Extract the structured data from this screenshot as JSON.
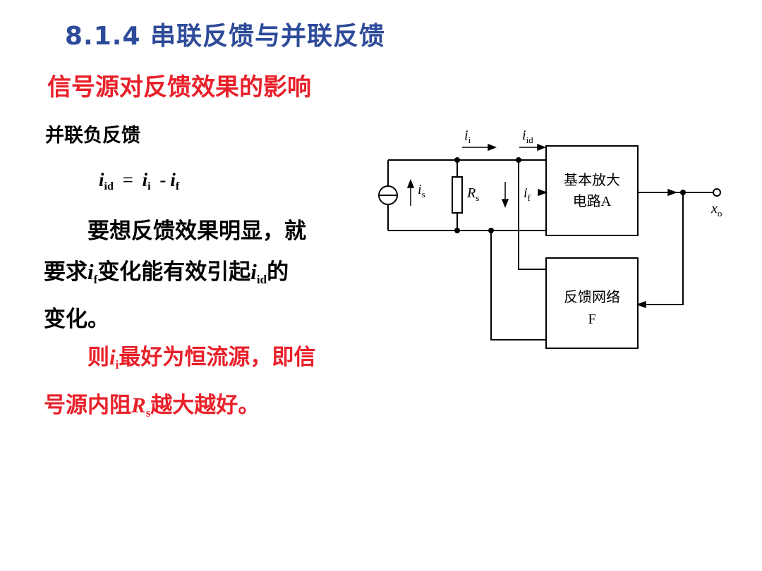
{
  "title": "8.1.4  串联反馈与并联反馈",
  "subtitle": "信号源对反馈效果的影响",
  "section_label": "并联负反馈",
  "equation": {
    "lhs_var": "i",
    "lhs_sub": "id",
    "equals": "=",
    "t1_var": "i",
    "t1_sub": "i",
    "minus": "-",
    "t2_var": "i",
    "t2_sub": "f"
  },
  "para1": {
    "line1": "要想反馈效果明显，就",
    "part2": "要求",
    "var1": "i",
    "var1_sub": "f",
    "part3": "变化能有效引起",
    "var2": "i",
    "var2_sub": "id",
    "part4": "的",
    "line3": "变化。"
  },
  "para2": {
    "part1": "则",
    "var1": "i",
    "var1_sub": "i",
    "part2": "最好为恒流源，即信",
    "part3": "号源内阻",
    "var2": "R",
    "var2_sub": "s",
    "part4": "越大越好。"
  },
  "circuit": {
    "i_i": "i",
    "i_i_sub": "i",
    "i_id": "i",
    "i_id_sub": "id",
    "i_s": "i",
    "i_s_sub": "s",
    "r_s": "R",
    "r_s_sub": "s",
    "i_f": "i",
    "i_f_sub": "f",
    "amp_line1": "基本放大",
    "amp_line2": "电路A",
    "fb_line1": "反馈网络",
    "fb_line2": "F",
    "x_o": "x",
    "x_o_sub": "o"
  },
  "colors": {
    "title": "#2e4b9a",
    "accent": "#e8202a",
    "text": "#000000"
  }
}
